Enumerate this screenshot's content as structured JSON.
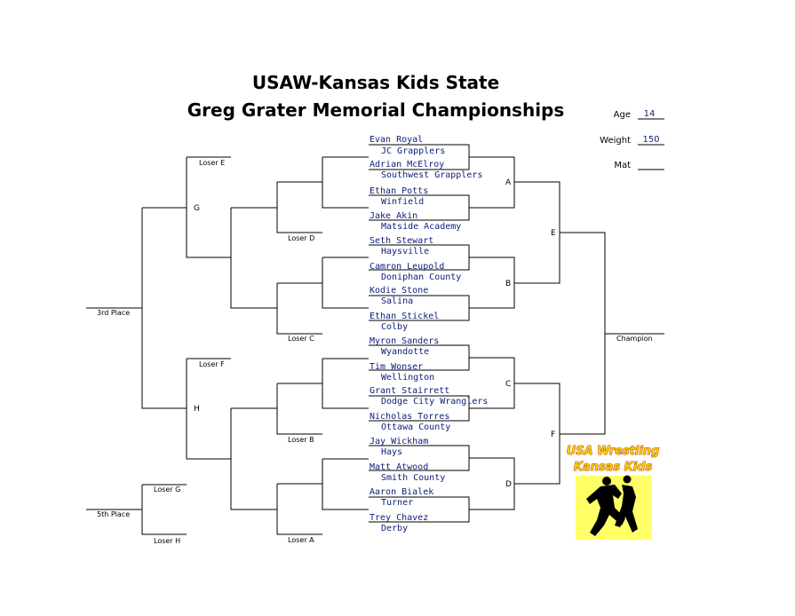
{
  "title": {
    "line1": "USAW-Kansas Kids State",
    "line2": "Greg Grater Memorial Championships"
  },
  "header": {
    "age_label": "Age",
    "age_value": "14",
    "weight_label": "Weight",
    "weight_value": "150",
    "mat_label": "Mat",
    "mat_value": ""
  },
  "wrestlers": [
    {
      "name": "Evan Royal",
      "team": "JC Grapplers"
    },
    {
      "name": "Adrian McElroy",
      "team": "Southwest Grapplers"
    },
    {
      "name": "Ethan Potts",
      "team": "Winfield"
    },
    {
      "name": "Jake Akin",
      "team": "Matside Academy"
    },
    {
      "name": "Seth Stewart",
      "team": "Haysville"
    },
    {
      "name": "Camron Leupold",
      "team": "Doniphan County"
    },
    {
      "name": "Kodie Stone",
      "team": "Salina"
    },
    {
      "name": "Ethan Stickel",
      "team": "Colby"
    },
    {
      "name": "Myron Sanders",
      "team": "Wyandotte"
    },
    {
      "name": "Tim Wonser",
      "team": "Wellington"
    },
    {
      "name": "Grant Stairrett",
      "team": "Dodge City Wranglers"
    },
    {
      "name": "Nicholas Torres",
      "team": "Ottawa County"
    },
    {
      "name": "Jay Wickham",
      "team": "Hays"
    },
    {
      "name": "Matt Atwood",
      "team": "Smith County"
    },
    {
      "name": "Aaron Bialek",
      "team": "Turner"
    },
    {
      "name": "Trey Chavez",
      "team": "Derby"
    }
  ],
  "match_labels": {
    "A": "A",
    "B": "B",
    "C": "C",
    "D": "D",
    "E": "E",
    "F": "F",
    "G": "G",
    "H": "H"
  },
  "loser_labels": {
    "loser_a": "Loser A",
    "loser_b": "Loser B",
    "loser_c": "Loser C",
    "loser_d": "Loser D",
    "loser_e": "Loser E",
    "loser_f": "Loser F",
    "loser_g": "Loser G",
    "loser_h": "Loser H"
  },
  "placements": {
    "champion": "Champion",
    "third": "3rd Place",
    "fifth": "5th Place"
  },
  "logo": {
    "line1": "USA Wrestling",
    "line2": "Kansas Kids",
    "bg_color": "#ffff66",
    "text_color": "#f5d000"
  }
}
